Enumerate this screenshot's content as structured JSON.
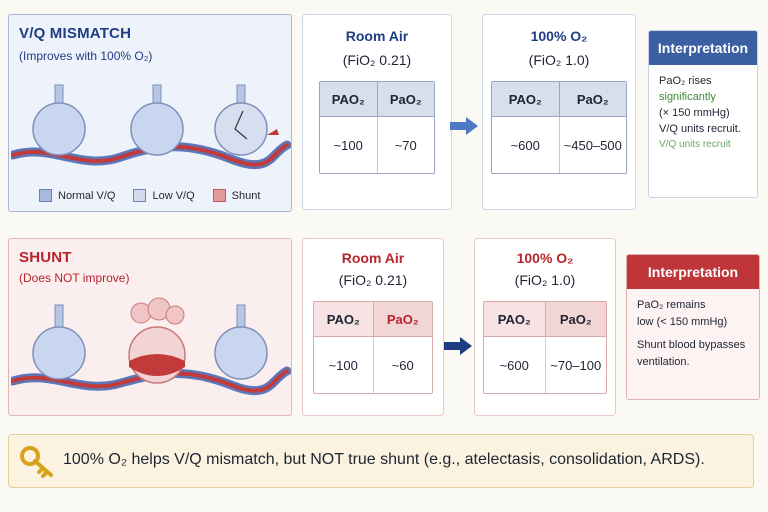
{
  "vq": {
    "title": "V/Q MISMATCH",
    "subtitle": "(Improves with 100% O₂)",
    "legend": [
      "Normal V/Q",
      "Low V/Q",
      "Shunt"
    ],
    "room_air": {
      "title": "Room Air",
      "fio2": "(FiO₂ 0.21)",
      "col1": "PAO₂",
      "col2": "PaO₂",
      "val1": "~100",
      "val2": "~70"
    },
    "oxygen": {
      "title": "100% O₂",
      "fio2": "(FiO₂ 1.0)",
      "col1": "PAO₂",
      "col2": "PaO₂",
      "val1": "~600",
      "val2": "~450–500"
    },
    "interp": {
      "title": "Interpretation",
      "lines": [
        "PaO₂ rises",
        "significantly",
        "(× 150 mmHg)",
        "V/Q units recruit.",
        "V/Q units recruit"
      ]
    }
  },
  "shunt": {
    "title": "SHUNT",
    "subtitle": "(Does NOT improve)",
    "room_air": {
      "title": "Room Air",
      "fio2": "(FiO₂ 0.21)",
      "col1": "PAO₂",
      "col2": "PaO₂",
      "val1": "~100",
      "val2": "~60"
    },
    "oxygen": {
      "title": "100% O₂",
      "fio2": "(FiO₂ 1.0)",
      "col1": "PAO₂",
      "col2": "PaO₂",
      "val1": "~600",
      "val2": "~70–100"
    },
    "interp": {
      "title": "Interpretation",
      "lines": [
        "PaO₂ remains",
        "low (< 150 mmHg)",
        "Shunt blood bypasses",
        "ventilation."
      ]
    }
  },
  "footer": {
    "text": "100% O₂ helps V/Q mismatch, but NOT true shunt (e.g., atelectasis, consolidation, ARDS)."
  },
  "colors": {
    "navy": "#1f3d82",
    "red": "#b8242b",
    "interp_blue": "#3b5fa0",
    "interp_red": "#c0353a",
    "green_text": "#3c8a3c",
    "alveolus": "#c9d6ef",
    "vessel_red": "#c23a3a",
    "vessel_blue": "#5b77b8"
  }
}
